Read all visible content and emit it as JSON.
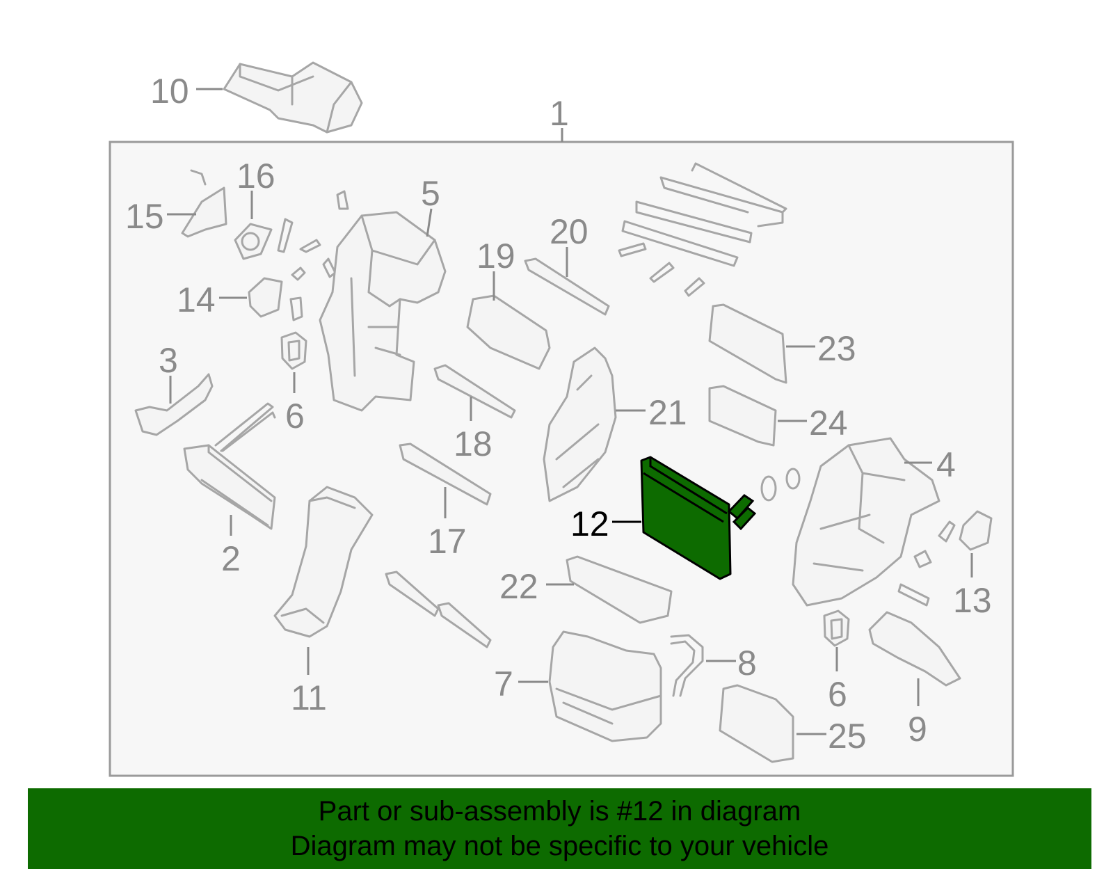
{
  "diagram": {
    "assembly_label": "1",
    "highlighted_label": "12",
    "highlight_color": "#0d6b00",
    "callouts": [
      "10",
      "16",
      "15",
      "5",
      "20",
      "19",
      "14",
      "3",
      "6",
      "21",
      "23",
      "24",
      "4",
      "18",
      "17",
      "2",
      "22",
      "13",
      "11",
      "7",
      "8",
      "6",
      "9",
      "25"
    ]
  },
  "banner": {
    "background_color": "#0d6b00",
    "line1": "Part or sub-assembly is #12 in diagram",
    "line2": "Diagram may not be specific to your vehicle"
  }
}
